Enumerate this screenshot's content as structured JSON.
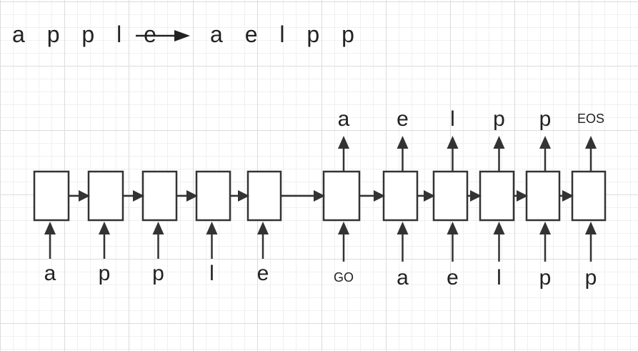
{
  "header": {
    "source_word": "a p p l e",
    "target_word": "a e l p p"
  },
  "encoder": {
    "inputs": [
      "a",
      "p",
      "p",
      "l",
      "e"
    ]
  },
  "decoder": {
    "inputs": [
      "GO",
      "a",
      "e",
      "l",
      "p",
      "p"
    ],
    "outputs": [
      "a",
      "e",
      "l",
      "p",
      "p",
      "EOS"
    ]
  }
}
